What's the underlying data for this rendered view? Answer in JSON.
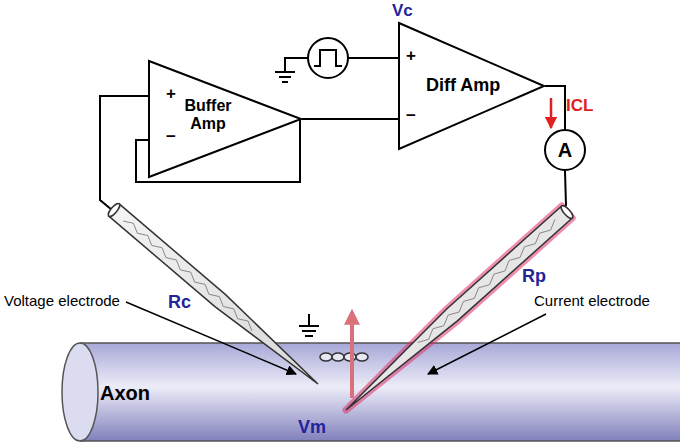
{
  "diagram": {
    "nodes": [
      {
        "text": [
          "+",
          "Buffer Amp",
          "−"
        ]
      },
      {
        "text": [
          "+",
          "Diff Amp",
          "−"
        ]
      },
      {
        "text": [
          "A"
        ]
      },
      {
        "text": [
          "Axon"
        ]
      }
    ],
    "edges": [
      {
        "from": 0,
        "to": 1,
        "arrow": "none"
      },
      {
        "from": 1,
        "to": 2,
        "arrow": "none"
      }
    ],
    "labels": [
      "Vc",
      "ICL",
      "Rc",
      "Rp",
      "Voltage electrode",
      "Current electrode",
      "Vm"
    ]
  }
}
